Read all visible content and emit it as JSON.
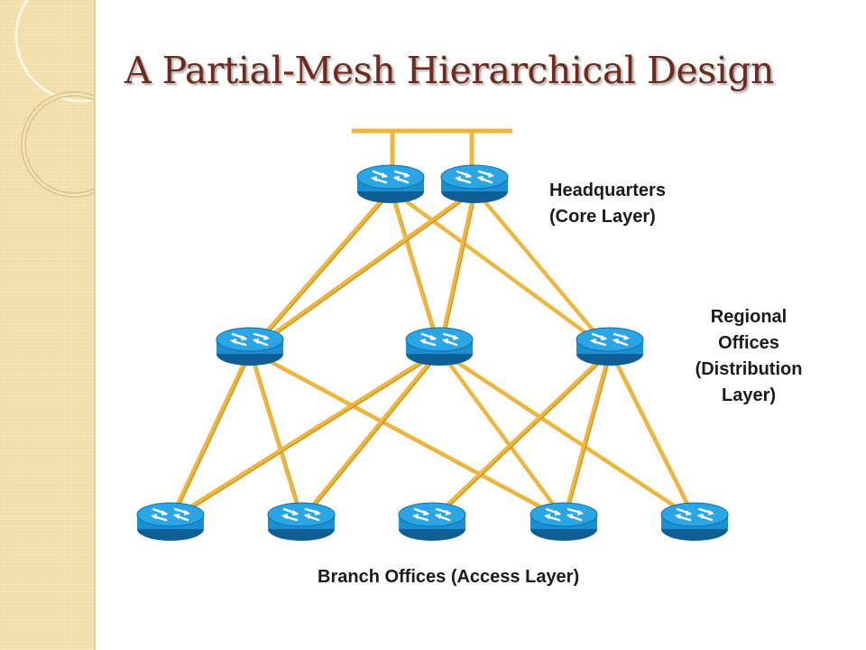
{
  "slide": {
    "title": "A Partial-Mesh Hierarchical Design"
  },
  "labels": {
    "core_line1": "Headquarters",
    "core_line2": "(Core Layer)",
    "distribution_line1": "Regional",
    "distribution_line2": "Offices",
    "distribution_line3": "(Distribution",
    "distribution_line4": "Layer)",
    "access": "Branch Offices (Access Layer)"
  },
  "colors": {
    "link": "#f0b63a",
    "router_body": "#1b8fd3",
    "router_top": "#2aa6e6",
    "title": "#6e2a1a",
    "sidebar": "#f3e3b3"
  },
  "diagram": {
    "icon": "router-icon",
    "layers": [
      {
        "name": "core",
        "routers": [
          "hq-1",
          "hq-2"
        ]
      },
      {
        "name": "distribution",
        "routers": [
          "regional-1",
          "regional-2",
          "regional-3"
        ]
      },
      {
        "name": "access",
        "routers": [
          "branch-1",
          "branch-2",
          "branch-3",
          "branch-4",
          "branch-5"
        ]
      }
    ],
    "links": [
      [
        "hq-1",
        "regional-1"
      ],
      [
        "hq-1",
        "regional-2"
      ],
      [
        "hq-1",
        "regional-3"
      ],
      [
        "hq-2",
        "regional-1"
      ],
      [
        "hq-2",
        "regional-2"
      ],
      [
        "hq-2",
        "regional-3"
      ],
      [
        "regional-1",
        "branch-1"
      ],
      [
        "regional-1",
        "branch-2"
      ],
      [
        "regional-1",
        "branch-4"
      ],
      [
        "regional-2",
        "branch-1"
      ],
      [
        "regional-2",
        "branch-2"
      ],
      [
        "regional-2",
        "branch-4"
      ],
      [
        "regional-2",
        "branch-5"
      ],
      [
        "regional-3",
        "branch-3"
      ],
      [
        "regional-3",
        "branch-4"
      ],
      [
        "regional-3",
        "branch-5"
      ]
    ]
  }
}
